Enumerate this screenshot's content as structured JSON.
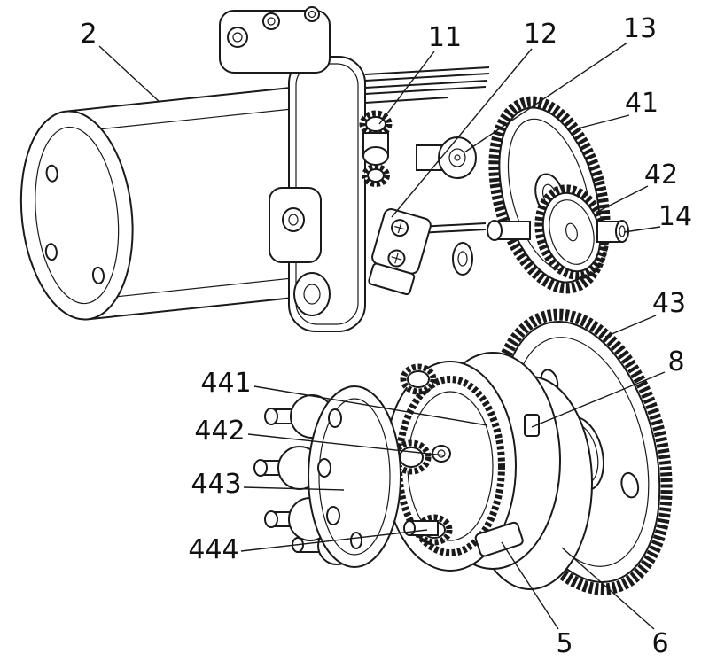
{
  "figure": {
    "kind": "exploded-gear-assembly-patent-figure",
    "colors": {
      "ink": "#1a1a1a",
      "paper": "#ffffff"
    },
    "labels": [
      {
        "ref": "2"
      },
      {
        "ref": "11"
      },
      {
        "ref": "12"
      },
      {
        "ref": "13"
      },
      {
        "ref": "41"
      },
      {
        "ref": "42"
      },
      {
        "ref": "14"
      },
      {
        "ref": "43"
      },
      {
        "ref": "8"
      },
      {
        "ref": "441"
      },
      {
        "ref": "442"
      },
      {
        "ref": "443"
      },
      {
        "ref": "444"
      },
      {
        "ref": "5"
      },
      {
        "ref": "6"
      }
    ]
  }
}
